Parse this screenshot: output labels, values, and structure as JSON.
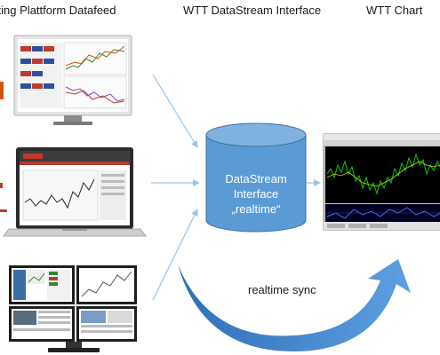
{
  "headers": {
    "left": "arting Plattform Datafeed",
    "middle": "WTT DataStream Interface",
    "right": "WTT Chart"
  },
  "database": {
    "line1": "DataStream",
    "line2": "Interface",
    "line3": "„realtime“"
  },
  "sync_label": "realtime sync",
  "colors": {
    "cylinder": "#5b9bd5",
    "arrow": "#9dc3e6",
    "sync_arrow": "#4a8ad0"
  }
}
